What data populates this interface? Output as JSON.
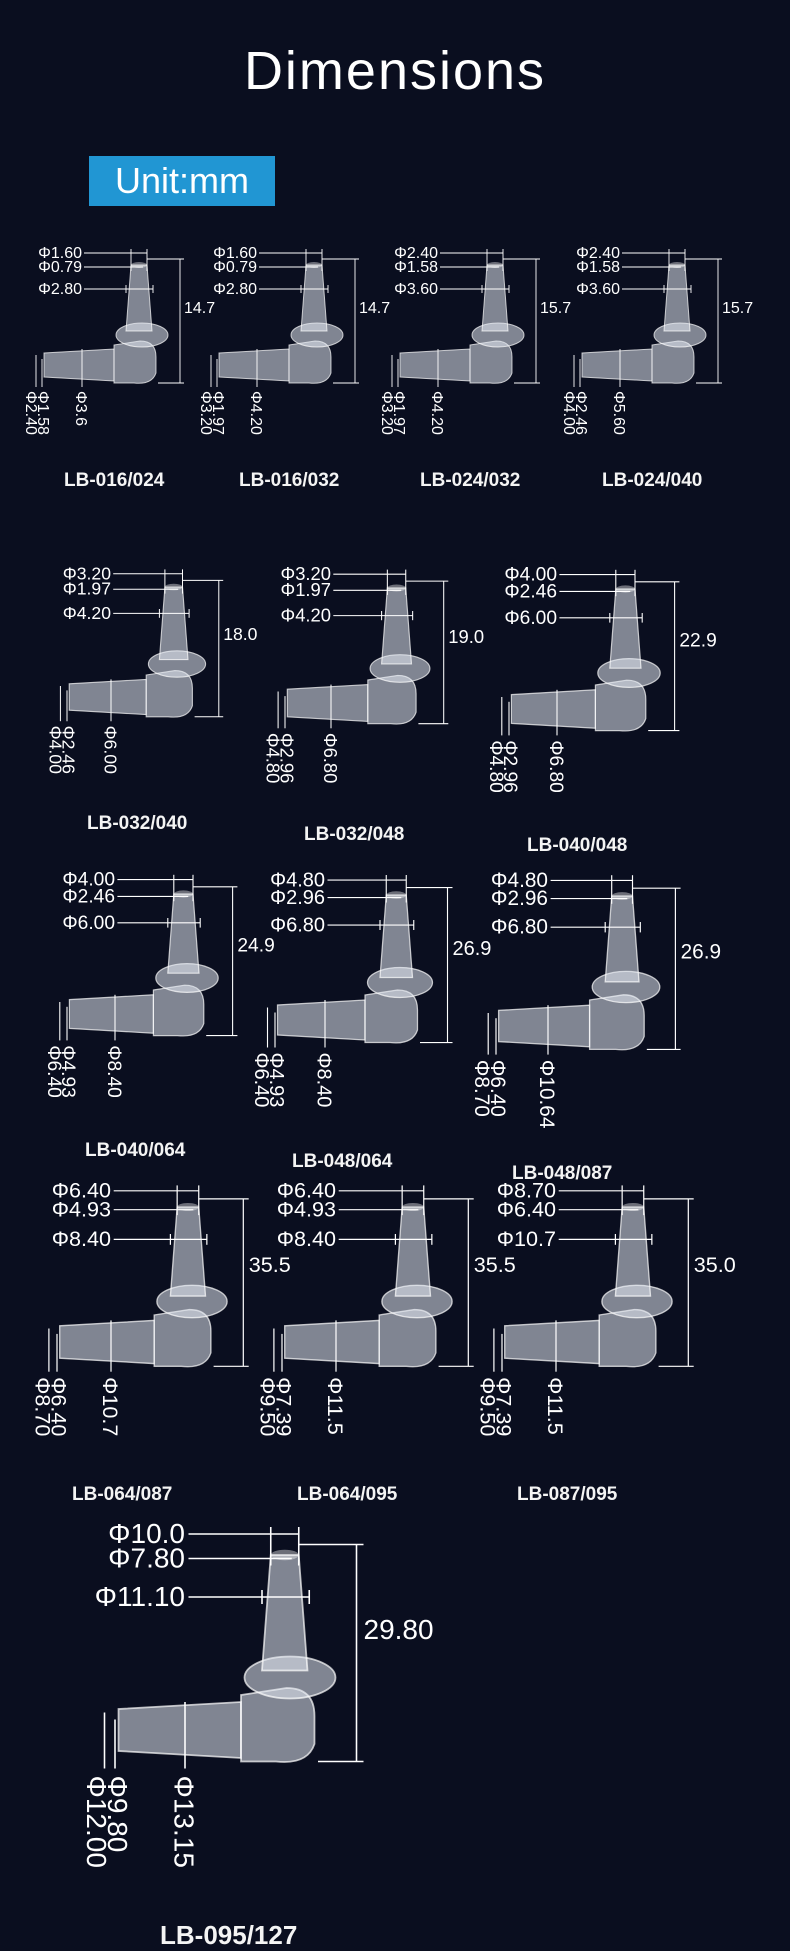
{
  "page": {
    "title": "Dimensions",
    "unit_label": "Unit:mm"
  },
  "parts": [
    {
      "model": "LB-016/024",
      "top_d1": "Φ1.60",
      "top_d2": "Φ0.79",
      "top_d3": "Φ2.80",
      "height": "14.7",
      "side_d1": "Φ2.40",
      "side_d2": "Φ1.58",
      "side_d3": "Φ3.6"
    },
    {
      "model": "LB-016/032",
      "top_d1": "Φ1.60",
      "top_d2": "Φ0.79",
      "top_d3": "Φ2.80",
      "height": "14.7",
      "side_d1": "Φ3.20",
      "side_d2": "Φ1.97",
      "side_d3": "Φ4.20"
    },
    {
      "model": "LB-024/032",
      "top_d1": "Φ2.40",
      "top_d2": "Φ1.58",
      "top_d3": "Φ3.60",
      "height": "15.7",
      "side_d1": "Φ3.20",
      "side_d2": "Φ1.97",
      "side_d3": "Φ4.20"
    },
    {
      "model": "LB-024/040",
      "top_d1": "Φ2.40",
      "top_d2": "Φ1.58",
      "top_d3": "Φ3.60",
      "height": "15.7",
      "side_d1": "Φ4.00",
      "side_d2": "Φ2.46",
      "side_d3": "Φ5.60"
    },
    {
      "model": "LB-032/040",
      "top_d1": "Φ3.20",
      "top_d2": "Φ1.97",
      "top_d3": "Φ4.20",
      "height": "18.0",
      "side_d1": "Φ4.00",
      "side_d2": "Φ2.46",
      "side_d3": "Φ6.00"
    },
    {
      "model": "LB-032/048",
      "top_d1": "Φ3.20",
      "top_d2": "Φ1.97",
      "top_d3": "Φ4.20",
      "height": "19.0",
      "side_d1": "Φ4.80",
      "side_d2": "Φ2.96",
      "side_d3": "Φ6.80"
    },
    {
      "model": "LB-040/048",
      "top_d1": "Φ4.00",
      "top_d2": "Φ2.46",
      "top_d3": "Φ6.00",
      "height": "22.9",
      "side_d1": "Φ4.80",
      "side_d2": "Φ2.96",
      "side_d3": "Φ6.80"
    },
    {
      "model": "LB-040/064",
      "top_d1": "Φ4.00",
      "top_d2": "Φ2.46",
      "top_d3": "Φ6.00",
      "height": "24.9",
      "side_d1": "Φ6.40",
      "side_d2": "Φ4.93",
      "side_d3": "Φ8.40"
    },
    {
      "model": "LB-048/064",
      "top_d1": "Φ4.80",
      "top_d2": "Φ2.96",
      "top_d3": "Φ6.80",
      "height": "26.9",
      "side_d1": "Φ6.40",
      "side_d2": "Φ4.93",
      "side_d3": "Φ8.40"
    },
    {
      "model": "LB-048/087",
      "top_d1": "Φ4.80",
      "top_d2": "Φ2.96",
      "top_d3": "Φ6.80",
      "height": "26.9",
      "side_d1": "Φ8.70",
      "side_d2": "Φ6.40",
      "side_d3": "Φ10.64"
    },
    {
      "model": "LB-064/087",
      "top_d1": "Φ6.40",
      "top_d2": "Φ4.93",
      "top_d3": "Φ8.40",
      "height": "35.5",
      "side_d1": "Φ8.70",
      "side_d2": "Φ6.40",
      "side_d3": "Φ10.7"
    },
    {
      "model": "LB-064/095",
      "top_d1": "Φ6.40",
      "top_d2": "Φ4.93",
      "top_d3": "Φ8.40",
      "height": "35.5",
      "side_d1": "Φ9.50",
      "side_d2": "Φ7.39",
      "side_d3": "Φ11.5"
    },
    {
      "model": "LB-087/095",
      "top_d1": "Φ8.70",
      "top_d2": "Φ6.40",
      "top_d3": "Φ10.7",
      "height": "35.0",
      "side_d1": "Φ9.50",
      "side_d2": "Φ7.39",
      "side_d3": "Φ11.5"
    },
    {
      "model": "LB-095/127",
      "top_d1": "Φ10.0",
      "top_d2": "Φ7.80",
      "top_d3": "Φ11.10",
      "height": "29.80",
      "side_d1": "Φ12.00",
      "side_d2": "Φ9.80",
      "side_d3": "Φ13.15"
    }
  ]
}
